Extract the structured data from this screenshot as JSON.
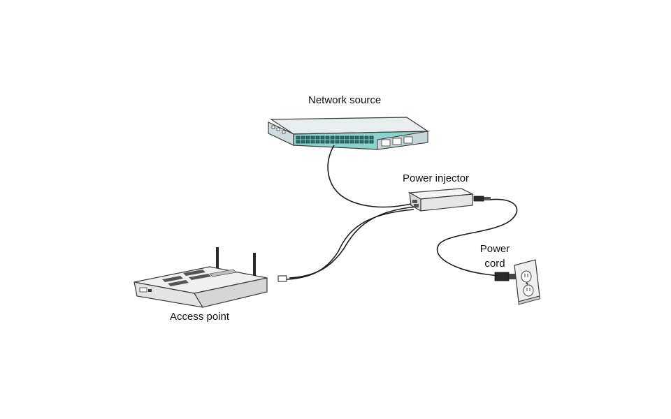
{
  "labels": {
    "network_source": "Network source",
    "power_injector": "Power injector",
    "power_cord_line1": "Power",
    "power_cord_line2": "cord",
    "access_point": "Access point"
  },
  "colors": {
    "switch_face": "#8fd1cb",
    "switch_body": "#dfe9ea",
    "cable": "#1a1a1a",
    "device_body": "#f2f2f2",
    "outline": "#3a3a3a"
  }
}
